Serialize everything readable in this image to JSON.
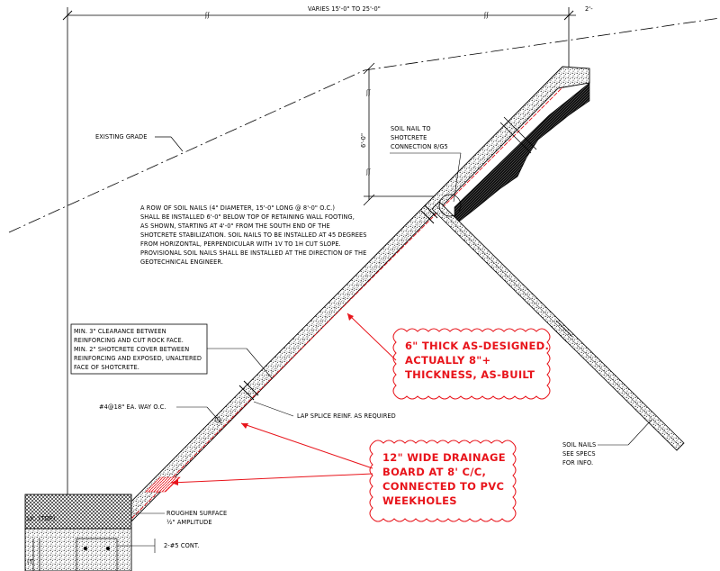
{
  "dimensions": {
    "top_width": "VARIES 15'-0\" TO 25'-0\"",
    "top_right_clip": "2'-",
    "vertical_offset": "6'-0\""
  },
  "labels": {
    "existing_grade": "EXISTING GRADE",
    "soil_nail_connection": [
      "SOIL NAIL TO",
      "SHOTCRETE",
      "CONNECTION 8/G5"
    ],
    "general_note": [
      "A ROW OF SOIL NAILS (4\" DIAMETER, 15'-0\" LONG @ 8'-0\" O.C.)",
      "SHALL BE INSTALLED 6'-0\" BELOW TOP OF RETAINING WALL FOOTING,",
      "AS SHOWN, STARTING AT 4'-0\" FROM THE SOUTH END OF THE",
      "SHOTCRETE STABILIZATION. SOIL NAILS TO BE INSTALLED AT 45 DEGREES",
      "FROM HORIZONTAL, PERPENDICULAR WITH 1V TO 1H CUT SLOPE.",
      "PROVISIONAL SOIL NAILS SHALL BE INSTALLED AT THE DIRECTION OF THE",
      "GEOTECHNICAL ENGINEER."
    ],
    "clearance_note": [
      "MIN. 3\" CLEARANCE BETWEEN",
      "REINFORCING AND CUT ROCK FACE.",
      "MIN. 2\" SHOTCRETE COVER BETWEEN",
      "REINFORCING AND EXPOSED, UNALTERED",
      "FACE OF SHOTCRETE."
    ],
    "rebar": "#4@18\" EA. WAY O.C.",
    "lap_splice": "LAP SPLICE REINF. AS REQUIRED",
    "soil_nails_specs": [
      "SOIL NAILS",
      "SEE SPECS",
      "FOR INFO."
    ],
    "roughen_surface": [
      "ROUGHEN SURFACE",
      "½\" AMPLITUDE"
    ],
    "continuous_bars": "2-#5 CONT.",
    "left_clip": [
      "LK. (TOP)",
      "(T"
    ]
  },
  "redline": {
    "thickness_note": [
      "6\" THICK AS-DESIGNED.",
      "ACTUALLY 8\"+",
      "THICKNESS, AS-BUILT"
    ],
    "drainage_note": [
      "12\" WIDE DRAINAGE",
      "BOARD AT 8' C/C,",
      "CONNECTED TO PVC",
      "WEEKHOLES"
    ]
  },
  "colors": {
    "linework": "#000000",
    "redline": "#e8141b",
    "background": "#ffffff"
  }
}
